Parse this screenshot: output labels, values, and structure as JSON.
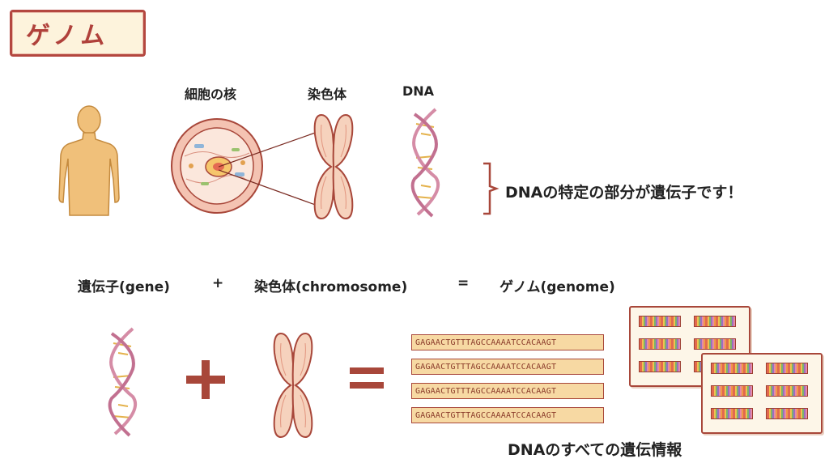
{
  "title": "ゲノム",
  "top_labels": {
    "nucleus": "細胞の核",
    "chromosome": "染色体",
    "dna": "DNA"
  },
  "gene_note": "DNAの特定の部分が遺伝子です！",
  "equation": {
    "gene": "遺伝子(gene)",
    "plus": "+",
    "chromosome": "染色体(chromosome)",
    "equals": "=",
    "genome": "ゲノム(genome)"
  },
  "sequences": [
    "GAGAACTGTTTAGCCAAAATCCACAAGT",
    "GAGAACTGTTTAGCCAAAATCCACAAGT",
    "GAGAACTGTTTAGCCAAAATCCACAAGT",
    "GAGAACTGTTTAGCCAAAATCCACAAGT"
  ],
  "bottom_caption": "DNAのすべての遺伝情報",
  "colors": {
    "accent": "#b0413b",
    "skin": "#f0c07a",
    "chromosome_fill": "#f6d2bd",
    "dna_strand": "#d58ca6",
    "dna_rung": "#e4b24c",
    "sequence_bg": "#f7d9a3"
  },
  "icons": [
    "human-figure-icon",
    "cell-nucleus-icon",
    "chromosome-icon",
    "dna-helix-icon",
    "bracket-icon",
    "plus-sign-icon",
    "equals-sign-icon",
    "genome-sheet-icon"
  ]
}
